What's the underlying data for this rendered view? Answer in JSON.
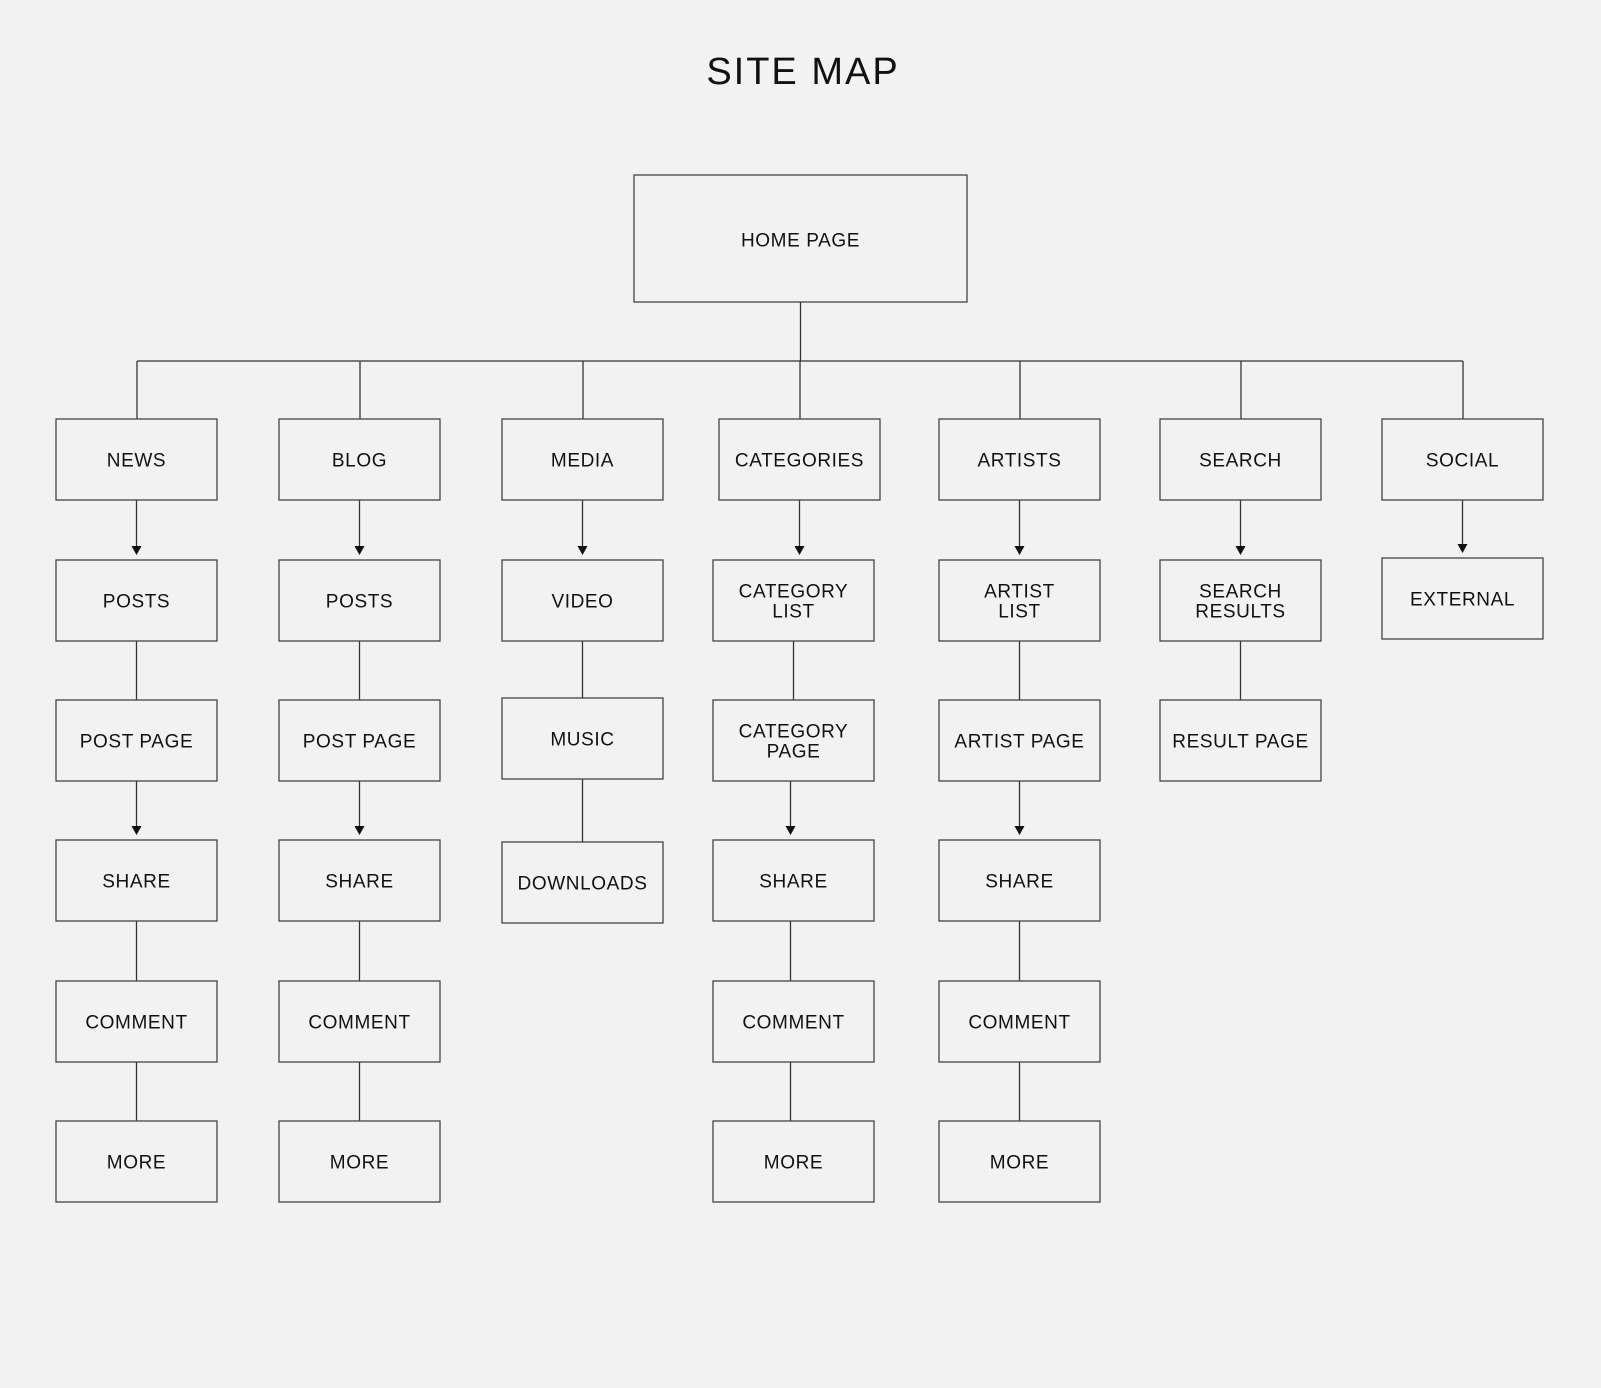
{
  "title": "SITE MAP",
  "colors": {
    "background": "#f2f2f2",
    "stroke": "#444444",
    "text": "#111111"
  },
  "root": {
    "id": "home-page",
    "label": "HOME PAGE"
  },
  "columns": [
    {
      "id": "news",
      "nodes": [
        {
          "id": "news",
          "lines": [
            "NEWS"
          ]
        },
        {
          "id": "news-posts",
          "lines": [
            "POSTS"
          ],
          "link": "arrow"
        },
        {
          "id": "news-post-page",
          "lines": [
            "POST PAGE"
          ],
          "link": "line"
        },
        {
          "id": "news-share",
          "lines": [
            "SHARE"
          ],
          "link": "arrow"
        },
        {
          "id": "news-comment",
          "lines": [
            "COMMENT"
          ],
          "link": "line"
        },
        {
          "id": "news-more",
          "lines": [
            "MORE"
          ],
          "link": "line"
        }
      ]
    },
    {
      "id": "blog",
      "nodes": [
        {
          "id": "blog",
          "lines": [
            "BLOG"
          ]
        },
        {
          "id": "blog-posts",
          "lines": [
            "POSTS"
          ],
          "link": "arrow"
        },
        {
          "id": "blog-post-page",
          "lines": [
            "POST PAGE"
          ],
          "link": "line"
        },
        {
          "id": "blog-share",
          "lines": [
            "SHARE"
          ],
          "link": "arrow"
        },
        {
          "id": "blog-comment",
          "lines": [
            "COMMENT"
          ],
          "link": "line"
        },
        {
          "id": "blog-more",
          "lines": [
            "MORE"
          ],
          "link": "line"
        }
      ]
    },
    {
      "id": "media",
      "nodes": [
        {
          "id": "media",
          "lines": [
            "MEDIA"
          ]
        },
        {
          "id": "media-video",
          "lines": [
            "VIDEO"
          ],
          "link": "arrow"
        },
        {
          "id": "media-music",
          "lines": [
            "MUSIC"
          ],
          "link": "line"
        },
        {
          "id": "media-downloads",
          "lines": [
            "DOWNLOADS"
          ],
          "link": "line"
        }
      ]
    },
    {
      "id": "categories",
      "nodes": [
        {
          "id": "categories",
          "lines": [
            "CATEGORIES"
          ]
        },
        {
          "id": "category-list",
          "lines": [
            "CATEGORY",
            "LIST"
          ],
          "link": "arrow"
        },
        {
          "id": "category-page",
          "lines": [
            "CATEGORY",
            "PAGE"
          ],
          "link": "line"
        },
        {
          "id": "categories-share",
          "lines": [
            "SHARE"
          ],
          "link": "arrow"
        },
        {
          "id": "categories-comment",
          "lines": [
            "COMMENT"
          ],
          "link": "line"
        },
        {
          "id": "categories-more",
          "lines": [
            "MORE"
          ],
          "link": "line"
        }
      ]
    },
    {
      "id": "artists",
      "nodes": [
        {
          "id": "artists",
          "lines": [
            "ARTISTS"
          ]
        },
        {
          "id": "artist-list",
          "lines": [
            "ARTIST",
            "LIST"
          ],
          "link": "arrow"
        },
        {
          "id": "artist-page",
          "lines": [
            "ARTIST PAGE"
          ],
          "link": "line"
        },
        {
          "id": "artists-share",
          "lines": [
            "SHARE"
          ],
          "link": "arrow"
        },
        {
          "id": "artists-comment",
          "lines": [
            "COMMENT"
          ],
          "link": "line"
        },
        {
          "id": "artists-more",
          "lines": [
            "MORE"
          ],
          "link": "line"
        }
      ]
    },
    {
      "id": "search",
      "nodes": [
        {
          "id": "search",
          "lines": [
            "SEARCH"
          ]
        },
        {
          "id": "search-results",
          "lines": [
            "SEARCH",
            "RESULTS"
          ],
          "link": "arrow"
        },
        {
          "id": "result-page",
          "lines": [
            "RESULT PAGE"
          ],
          "link": "line"
        }
      ]
    },
    {
      "id": "social",
      "nodes": [
        {
          "id": "social",
          "lines": [
            "SOCIAL"
          ]
        },
        {
          "id": "social-external",
          "lines": [
            "EXTERNAL"
          ],
          "link": "arrow"
        }
      ]
    }
  ]
}
